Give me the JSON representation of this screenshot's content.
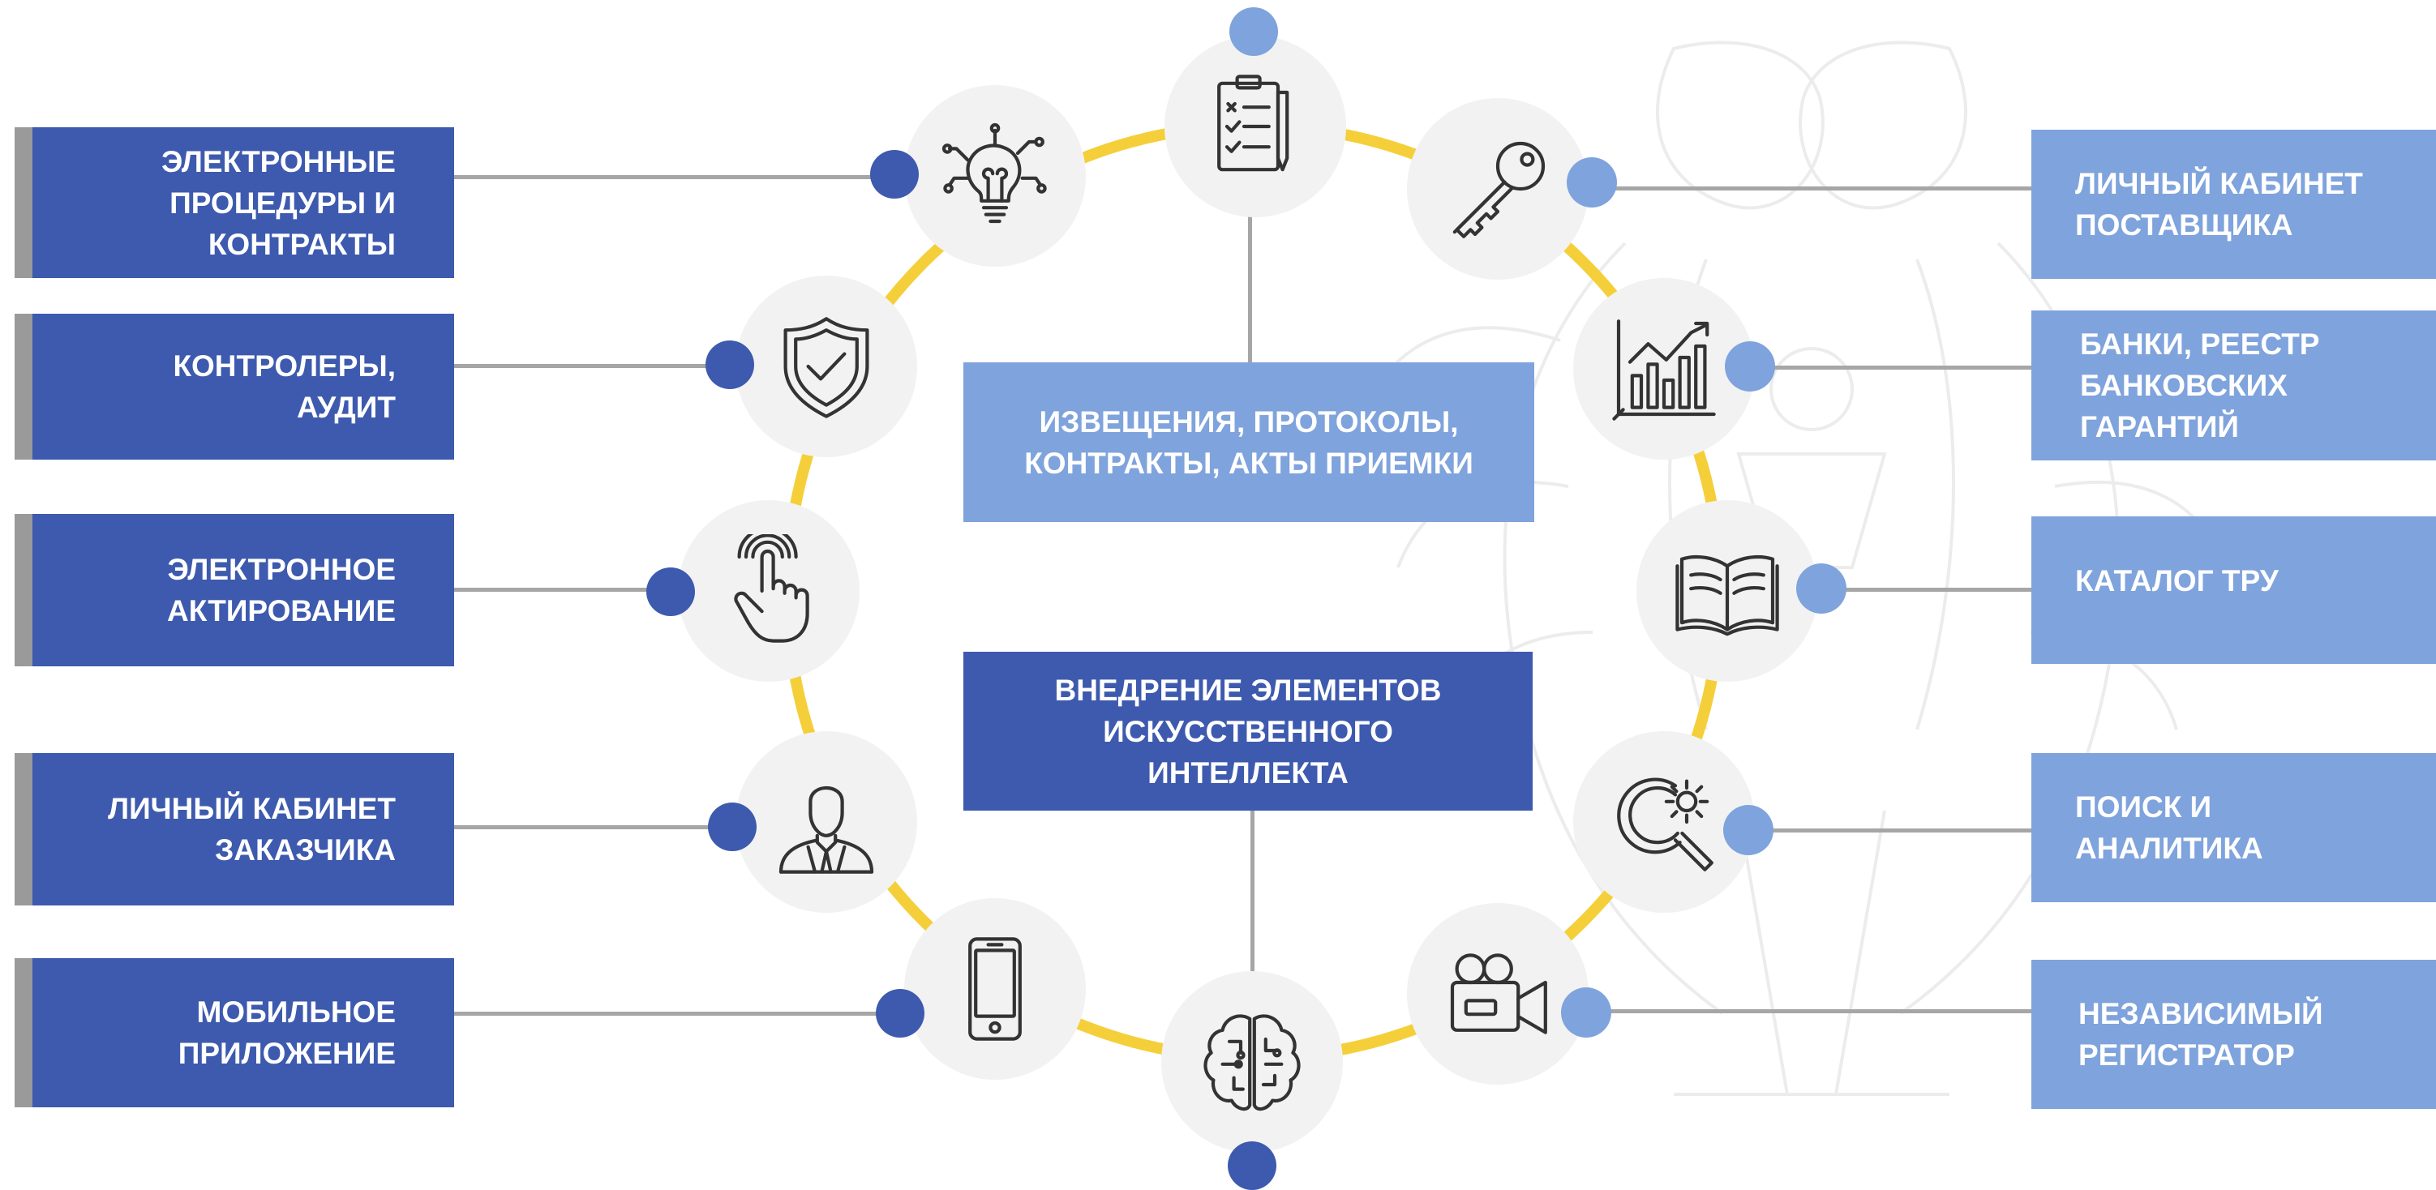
{
  "diagram": {
    "left_items": [
      {
        "label": "ЭЛЕКТРОННЫЕ\nПРОЦЕДУРЫ И\nКОНТРАКТЫ",
        "icon": "lightbulb-circuit-icon"
      },
      {
        "label": "КОНТРОЛЕРЫ,\nАУДИТ",
        "icon": "shield-check-icon"
      },
      {
        "label": "ЭЛЕКТРОННОЕ\nАКТИРОВАНИЕ",
        "icon": "touch-hand-icon"
      },
      {
        "label": "ЛИЧНЫЙ КАБИНЕТ\nЗАКАЗЧИКА",
        "icon": "user-icon"
      },
      {
        "label": "МОБИЛЬНОЕ\nПРИЛОЖЕНИЕ",
        "icon": "smartphone-icon"
      }
    ],
    "right_items": [
      {
        "label": "ЛИЧНЫЙ КАБИНЕТ\nПОСТАВЩИКА",
        "icon": "key-icon"
      },
      {
        "label": "БАНКИ, РЕЕСТР\nБАНКОВСКИХ\nГАРАНТИЙ",
        "icon": "bar-chart-icon"
      },
      {
        "label": "КАТАЛОГ ТРУ",
        "icon": "open-book-icon"
      },
      {
        "label": "ПОИСК И\nАНАЛИТИКА",
        "icon": "search-gear-icon"
      },
      {
        "label": "НЕЗАВИСИМЫЙ\nРЕГИСТРАТОР",
        "icon": "video-camera-icon"
      }
    ],
    "top_item": {
      "label": "ИЗВЕЩЕНИЯ, ПРОТОКОЛЫ,\nКОНТРАКТЫ, АКТЫ ПРИЕМКИ",
      "icon": "checklist-icon"
    },
    "bottom_item": {
      "label": "ВНЕДРЕНИЕ ЭЛЕМЕНТОВ\nИСКУССТВЕННОГО\nИНТЕЛЛЕКТА",
      "icon": "ai-brain-icon"
    },
    "colors": {
      "dark_blue": "#3d5aae",
      "light_blue": "#7fa3dc",
      "ring_yellow": "#f5cf3a",
      "icon_circle_bg": "#f2f2f2",
      "connector_gray": "#a6a6a6",
      "accent_gray": "#9a9a9a"
    }
  }
}
